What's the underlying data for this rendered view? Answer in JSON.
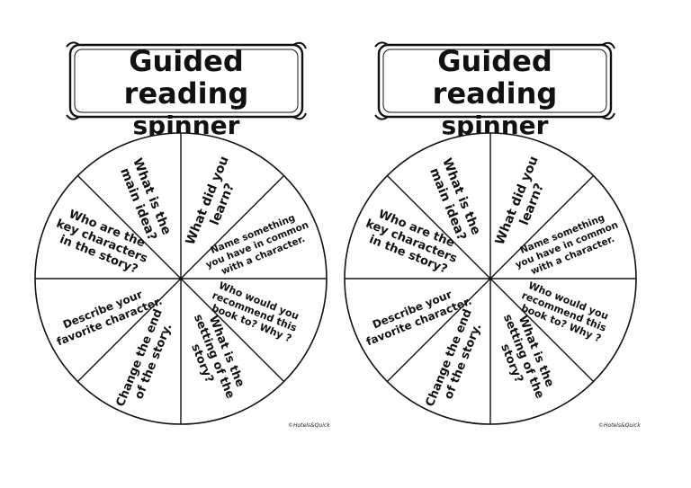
{
  "banner": {
    "title_line1": "Guided reading",
    "title_line2": "spinner"
  },
  "prompts": {
    "p_main_idea": [
      "What is the",
      "main idea?"
    ],
    "p_learn": [
      "What did you",
      "learn?"
    ],
    "p_name_common": [
      "Name something",
      "you have in common",
      "with a character."
    ],
    "p_recommend": [
      "Who would you",
      "recommend this",
      "book to? Why ?"
    ],
    "p_setting": [
      "What is the",
      "setting of the",
      "story?"
    ],
    "p_change_end": [
      "Change the end",
      "of the story."
    ],
    "p_favorite": [
      "Describe your",
      "favorite character."
    ],
    "p_key_chars": [
      "Who are the",
      "key characters",
      "in the story?"
    ]
  },
  "credit": "©Hotels&Quick"
}
